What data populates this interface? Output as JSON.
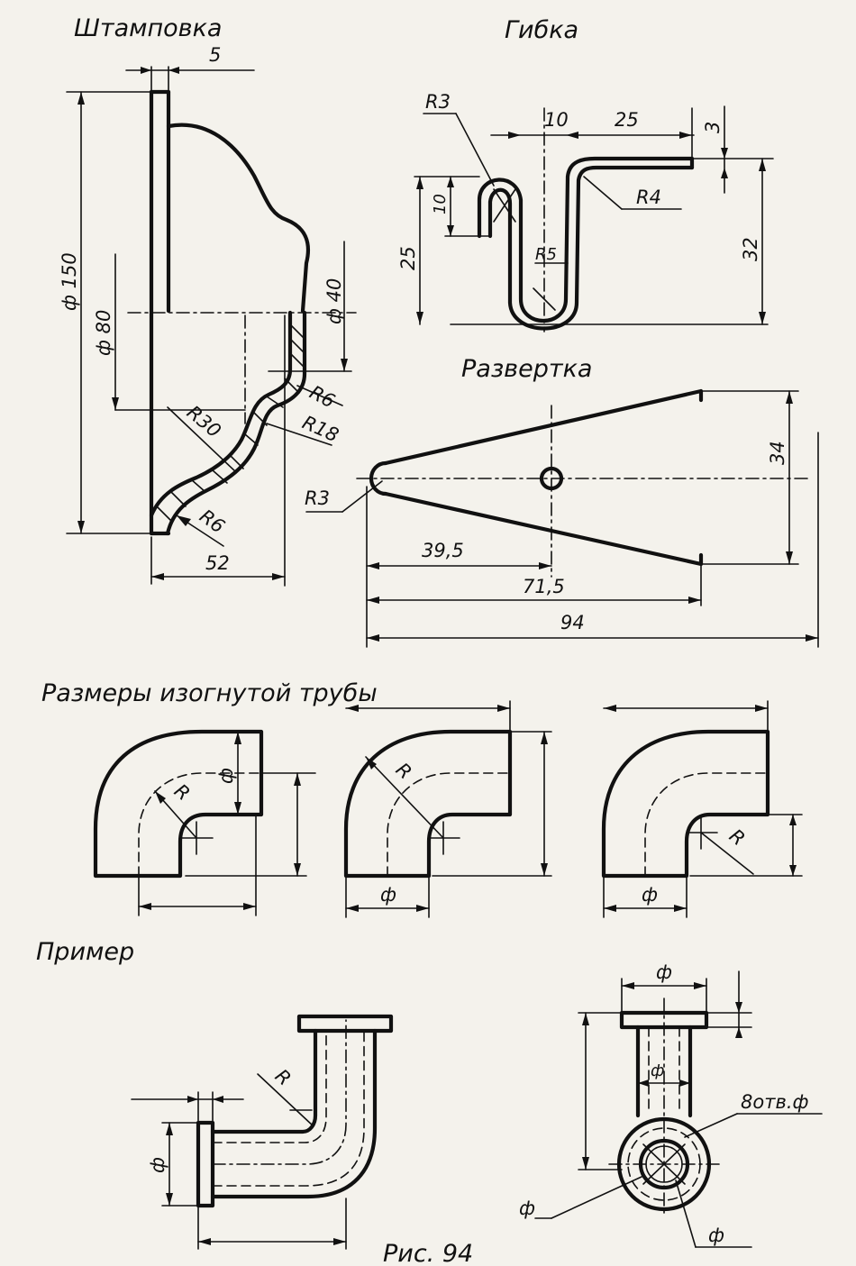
{
  "sections": {
    "stamping": "Штамповка",
    "bending": "Гибка",
    "unfolding": "Развертка",
    "pipe_sizes": "Размеры изогнутой трубы",
    "example": "Пример"
  },
  "stamping_dims": {
    "d_top": "5",
    "d_outer": "ф 150",
    "d_mid": "ф 80",
    "d_small": "ф 40",
    "r30": "R30",
    "r6": "R6",
    "r18": "R18",
    "r6b": "R6",
    "w52": "52"
  },
  "bending_dims": {
    "r3": "R3",
    "w10": "10",
    "w25": "25",
    "t3": "3",
    "h10": "10",
    "h25": "25",
    "r4": "R4",
    "r5": "R5",
    "h32": "32"
  },
  "unfolding_dims": {
    "r3": "R3",
    "h34": "34",
    "l39": "39,5",
    "l71": "71,5",
    "l94": "94"
  },
  "pipe_dims": {
    "phi": "ф",
    "r": "R"
  },
  "example_dims": {
    "phi": "ф",
    "r": "R",
    "holes": "8отв.ф"
  },
  "caption": "Рис. 94"
}
